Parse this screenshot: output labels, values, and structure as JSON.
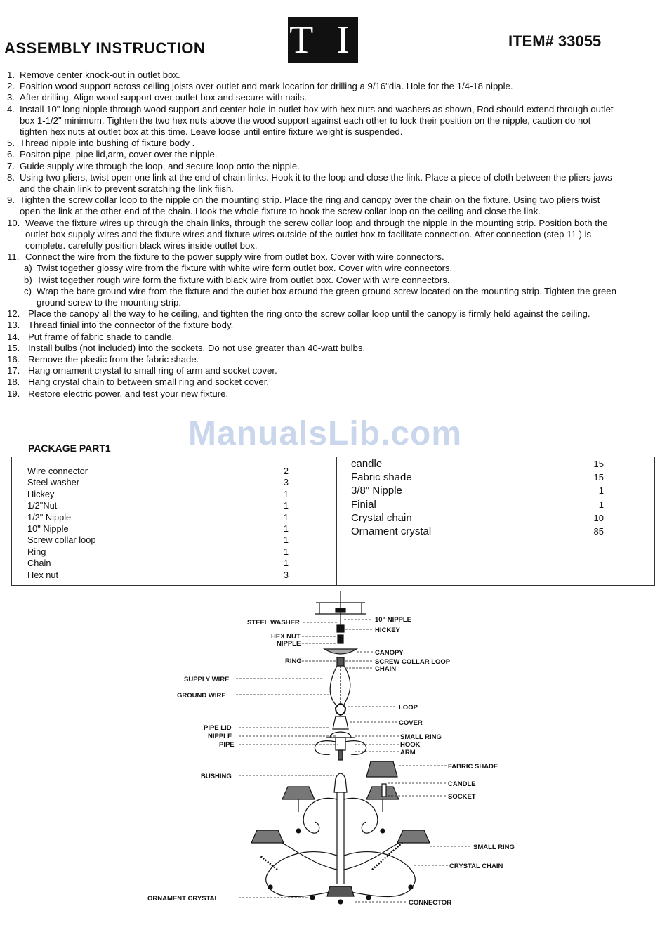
{
  "header": {
    "title": "ASSEMBLY  INSTRUCTION",
    "logo": "T I",
    "item_number": "ITEM# 33055"
  },
  "steps": [
    {
      "num": "1.",
      "text": "Remove center knock-out in outlet box."
    },
    {
      "num": "2.",
      "text": "Position wood support across ceiling joists over outlet and mark location for drilling a 9/16\"dia. Hole for the 1/4-18 nipple."
    },
    {
      "num": "3.",
      "text": "After drilling. Align wood support over outlet box and secure with nails."
    },
    {
      "num": "4.",
      "text": "Install 10\" long nipple through wood support and center hole in outlet box with hex nuts and washers as shown, Rod should extend through outlet box 1-1/2\" minimum. Tighten the two hex nuts above the wood support against each other to lock their position on the nipple, caution do not tighten hex nuts at outlet box at this time. Leave loose until entire fixture weight is suspended."
    },
    {
      "num": "5.",
      "text": "Thread nipple into bushing of fixture body ."
    },
    {
      "num": "6.",
      "text": "Positon pipe, pipe lid,arm, cover over the nipple."
    },
    {
      "num": "7.",
      "text": "Guide supply wire through the loop, and secure loop onto the nipple."
    },
    {
      "num": "8.",
      "text": "Using two pliers, twist open one link at the end of chain links. Hook it to the loop and close the link. Place a piece of cloth between the pliers jaws and the chain link to prevent scratching the link fiish."
    },
    {
      "num": "9.",
      "text": "Tighten the screw collar loop to the nipple on the mounting strip. Place the ring and canopy over the chain on the fixture. Using two pliers twist open the link at the other end of the chain. Hook the whole fixture to hook the screw collar loop on the ceiling and close the link."
    },
    {
      "num": "10.",
      "text": "Weave the fixture wires up through the chain links, through the screw collar loop and through the nipple in the mounting strip. Position both the outlet box supply wires and the fixture wires and fixture wires outside of the outlet box to facilitate connection. After connection (step 11 ) is complete. carefully position black wires inside outlet box."
    },
    {
      "num": "11.",
      "text": "Connect the wire from the fixture to the power supply wire from outlet box. Cover with wire connectors."
    }
  ],
  "substeps": [
    {
      "num": "a)",
      "text": "Twist together glossy wire from the fixture with white wire form outlet box. Cover with wire connectors."
    },
    {
      "num": "b)",
      "text": "Twist together rough wire form the fixture with black wire from outlet box. Cover with wire connectors."
    },
    {
      "num": "c)",
      "text": "Wrap the bare ground wire from the fixture and the outlet box around the green ground screw located on the mounting strip. Tighten the green ground screw to the mounting strip."
    }
  ],
  "steps_after": [
    {
      "num": "12.",
      "text": "Place the canopy all the way to he ceiling, and tighten the ring onto the screw collar loop until the canopy is firmly held against the ceiling."
    },
    {
      "num": "13.",
      "text": "Thread finial into the connector of the fixture body."
    },
    {
      "num": "14.",
      "text": "Put frame of fabric shade to candle."
    },
    {
      "num": "15.",
      "text": "Install bulbs (not included) into the sockets. Do not use greater than 40-watt bulbs."
    },
    {
      "num": "16.",
      "text": "Remove the plastic from the fabric shade."
    },
    {
      "num": "17.",
      "text": "Hang ornament crystal to small ring of arm and socket cover."
    },
    {
      "num": "18.",
      "text": "Hang crystal chain to between small ring and socket cover."
    },
    {
      "num": "19.",
      "text": "Restore electric power. and test your new fixture."
    }
  ],
  "watermark": "ManualsLib.com",
  "package": {
    "title": "PACKAGE PART1",
    "left": [
      {
        "name": "Wire connector",
        "qty": "2"
      },
      {
        "name": "Steel washer",
        "qty": "3"
      },
      {
        "name": "Hickey",
        "qty": "1"
      },
      {
        "name": "1/2\"Nut",
        "qty": "1"
      },
      {
        "name": "1/2\" Nipple",
        "qty": "1"
      },
      {
        "name": "10\" Nipple",
        "qty": "1"
      },
      {
        "name": "Screw collar loop",
        "qty": "1"
      },
      {
        "name": "Ring",
        "qty": "1"
      },
      {
        "name": "Chain",
        "qty": "1"
      },
      {
        "name": "Hex nut",
        "qty": "3"
      }
    ],
    "right": [
      {
        "name": "candle",
        "qty": "15"
      },
      {
        "name": "Fabric shade",
        "qty": "15"
      },
      {
        "name": "3/8\" Nipple",
        "qty": "1"
      },
      {
        "name": "Finial",
        "qty": "1"
      },
      {
        "name": "Crystal chain",
        "qty": "10"
      },
      {
        "name": "Ornament crystal",
        "qty": "85"
      }
    ]
  },
  "diagram_labels": {
    "steel_washer": "STEEL WASHER",
    "nipple_10": "10\"  NIPPLE",
    "hickey": "HICKEY",
    "hex_nut": "HEX NUT",
    "nipple": "NIPPLE",
    "canopy": "CANOPY",
    "ring": "RING",
    "screw_collar_loop": "SCREW COLLAR LOOP",
    "chain": "CHAIN",
    "supply_wire": "SUPPLY WIRE",
    "ground_wire": "GROUND WIRE",
    "loop": "LOOP",
    "cover": "COVER",
    "pipe_lid": "PIPE LID",
    "nipple2": "NIPPLE",
    "pipe": "PIPE",
    "small_ring": "SMALL RING",
    "hook": "HOOK",
    "arm": "ARM",
    "bushing": "BUSHING",
    "fabric_shade": "FABRIC SHADE",
    "candle": "CANDLE",
    "socket": "SOCKET",
    "small_ring2": "SMALL RING",
    "crystal_chain": "CRYSTAL CHAIN",
    "ornament_crystal": "ORNAMENT CRYSTAL",
    "connector": "CONNECTOR"
  }
}
